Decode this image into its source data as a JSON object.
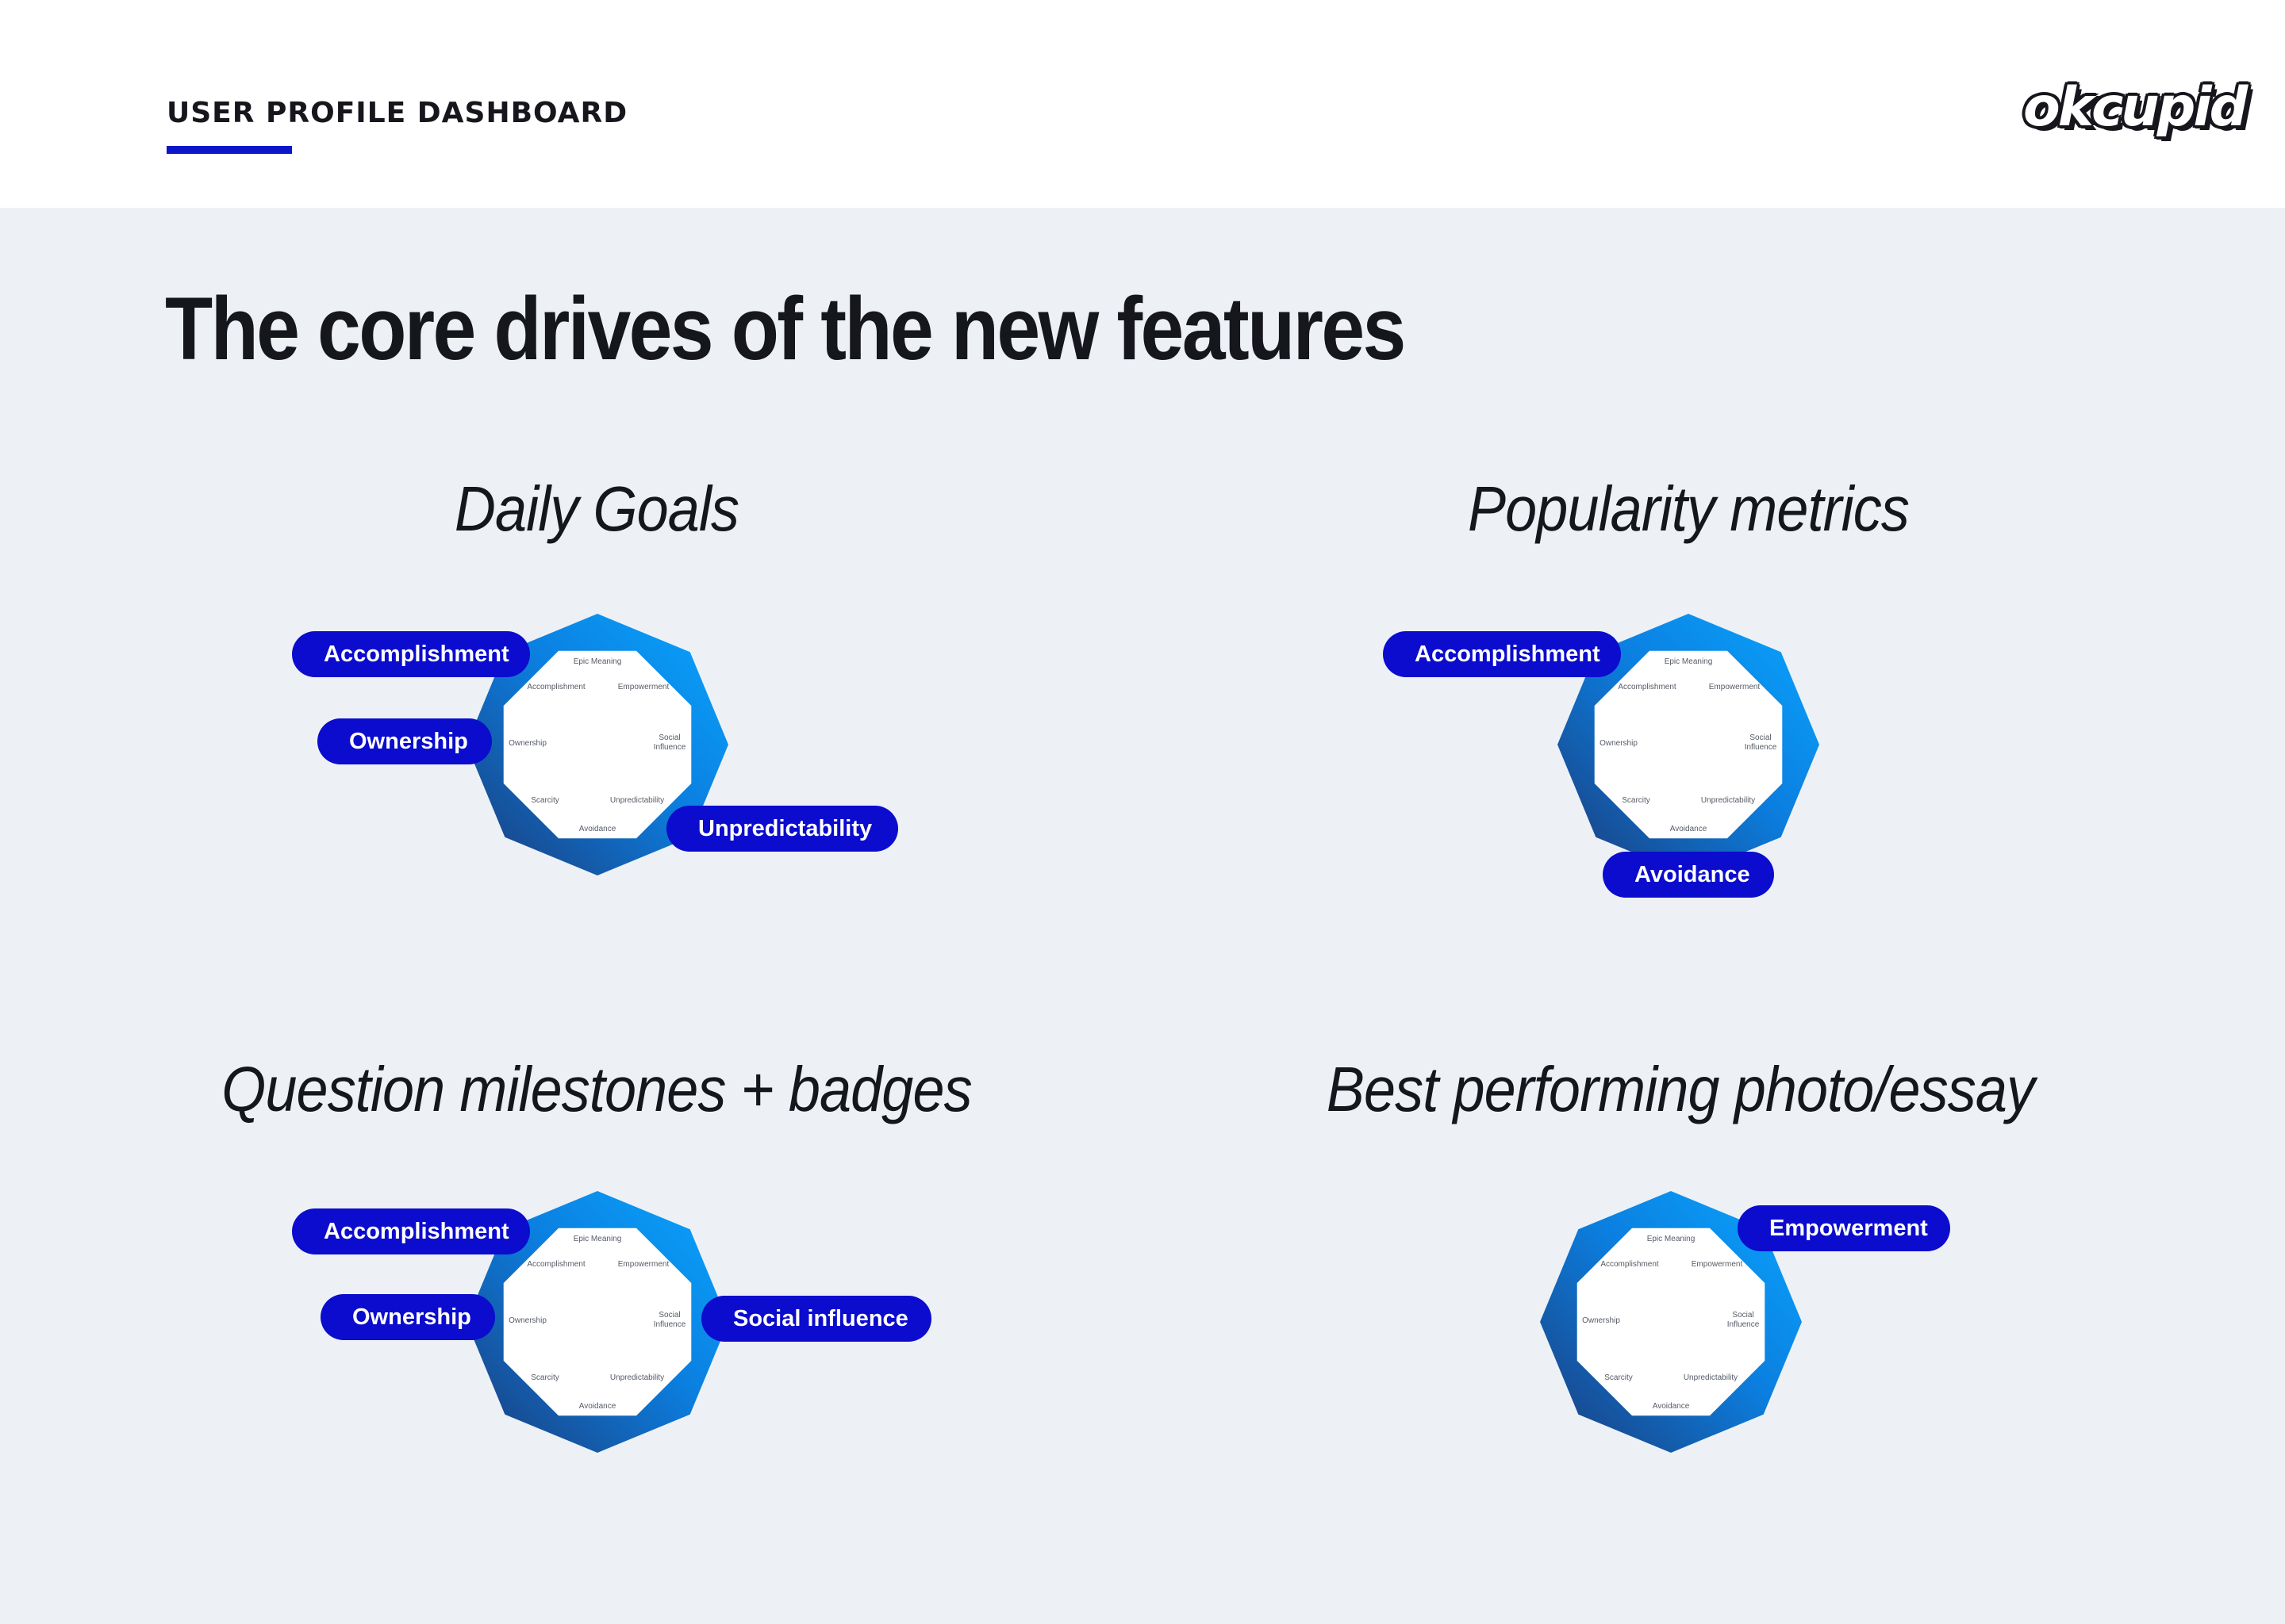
{
  "header": {
    "section_label": "USER PROFILE DASHBOARD",
    "logo_text": "okcupid"
  },
  "title": "The core drives of the new features",
  "wheel_labels": {
    "epic": "Epic Meaning",
    "accomplishment": "Accomplishment",
    "empowerment": "Empowerment",
    "ownership": "Ownership",
    "social1": "Social",
    "social2": "Influence",
    "scarcity": "Scarcity",
    "unpredictability": "Unpredictability",
    "avoidance": "Avoidance"
  },
  "features": [
    {
      "title": "Daily Goals",
      "drives": [
        "Accomplishment",
        "Ownership",
        "Unpredictability"
      ]
    },
    {
      "title": "Popularity metrics",
      "drives": [
        "Accomplishment",
        "Avoidance"
      ]
    },
    {
      "title": "Question milestones + badges",
      "drives": [
        "Accomplishment",
        "Ownership",
        "Social influence"
      ]
    },
    {
      "title": "Best performing photo/essay",
      "drives": [
        "Empowerment"
      ]
    }
  ],
  "colors": {
    "accent": "#0b0ccd",
    "octagon_light": "#0aa6ff",
    "octagon_dark": "#1c3b7a",
    "background": "#edf1f5"
  }
}
